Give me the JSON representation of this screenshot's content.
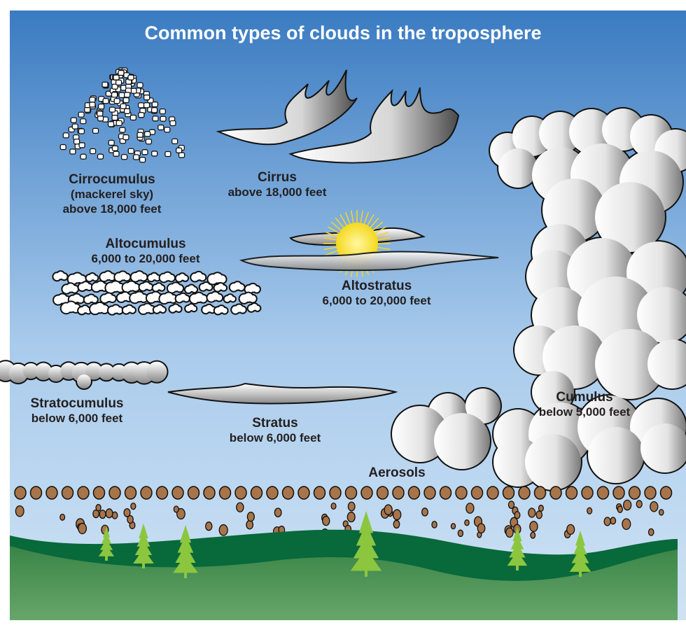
{
  "title": "Common types of clouds in the troposphere",
  "clouds": {
    "cirrocumulus": {
      "name": "Cirrocumulus",
      "note": "(mackerel sky)",
      "altitude": "above 18,000 feet"
    },
    "cirrus": {
      "name": "Cirrus",
      "altitude": "above 18,000 feet"
    },
    "altocumulus": {
      "name": "Altocumulus",
      "altitude": "6,000 to 20,000 feet"
    },
    "altostratus": {
      "name": "Altostratus",
      "altitude": "6,000 to 20,000 feet"
    },
    "stratocumulus": {
      "name": "Stratocumulus",
      "altitude": "below 6,000 feet"
    },
    "stratus": {
      "name": "Stratus",
      "altitude": "below 6,000 feet"
    },
    "cumulus": {
      "name": "Cumulus",
      "altitude": "below 5,000 feet"
    }
  },
  "aerosols": {
    "label": "Aerosols"
  },
  "colors": {
    "sky_top": "#3a7bc1",
    "sky_bottom": "#c8def2",
    "ground_dark": "#08693a",
    "ground_light": "#5f9d63",
    "tree": "#8cc63f",
    "aerosol": "#a8744a"
  }
}
